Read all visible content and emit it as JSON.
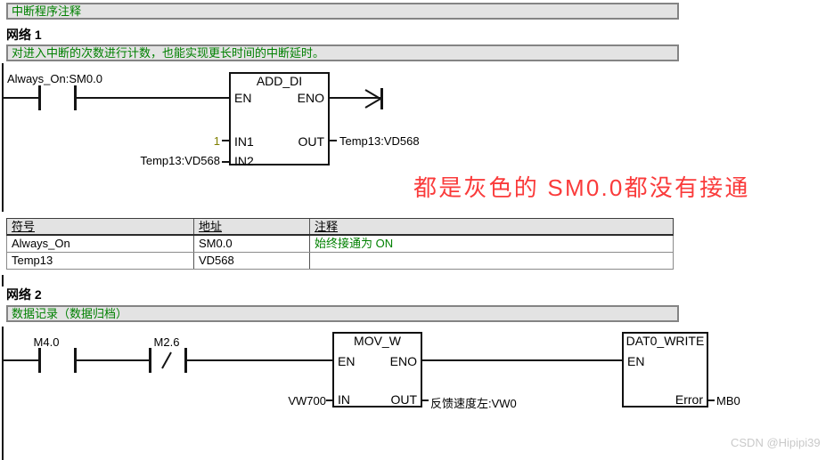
{
  "program_comment": "中断程序注释",
  "network1": {
    "label": "网络 1",
    "comment": "对进入中断的次数进行计数，也能实现更长时间的中断延时。",
    "contact_label": "Always_On:SM0.0",
    "box": {
      "title": "ADD_DI",
      "en": "EN",
      "eno": "ENO",
      "in1": "IN1",
      "in2": "IN2",
      "out": "OUT",
      "in1_value": "1",
      "in2_value": "Temp13:VD568",
      "out_value": "Temp13:VD568"
    }
  },
  "annotation": {
    "text": "都是灰色的 SM0.0都没有接通"
  },
  "symbol_table": {
    "headers": [
      "符号",
      "地址",
      "注释"
    ],
    "rows": [
      [
        "Always_On",
        "SM0.0",
        "始终接通为 ON"
      ],
      [
        "Temp13",
        "VD568",
        ""
      ]
    ]
  },
  "network2": {
    "label": "网络 2",
    "comment": "数据记录（数据归档）",
    "contact1_label": "M4.0",
    "contact2_label": "M2.6",
    "mov_box": {
      "title": "MOV_W",
      "en": "EN",
      "eno": "ENO",
      "in": "IN",
      "out": "OUT",
      "in_value": "VW700",
      "out_value": "反馈速度左:VW0"
    },
    "dat_box": {
      "title": "DAT0_WRITE",
      "en": "EN",
      "error": "Error",
      "error_value": "MB0"
    }
  },
  "watermark": "CSDN @Hipipi39"
}
